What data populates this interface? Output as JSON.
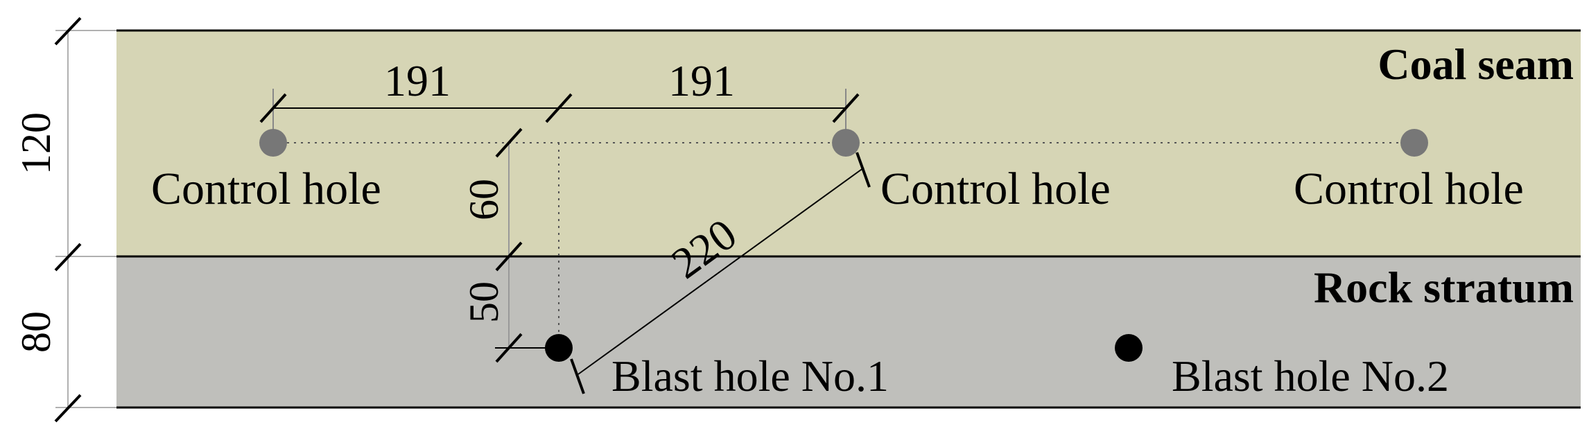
{
  "layers": [
    {
      "name": "Coal seam",
      "color": "#d6d5b5"
    },
    {
      "name": "Rock stratum",
      "color": "#bfbfbb"
    }
  ],
  "holes": {
    "control_label": "Control hole",
    "control_color": "#777777",
    "blast_1": "Blast hole No.1",
    "blast_2": "Blast hole No.2",
    "blast_color": "#000000"
  },
  "dimensions": {
    "coal_thickness": "120",
    "rock_thickness": "80",
    "spacing_1": "191",
    "spacing_2": "191",
    "vertical_upper": "60",
    "vertical_lower": "50",
    "diagonal": "220"
  }
}
